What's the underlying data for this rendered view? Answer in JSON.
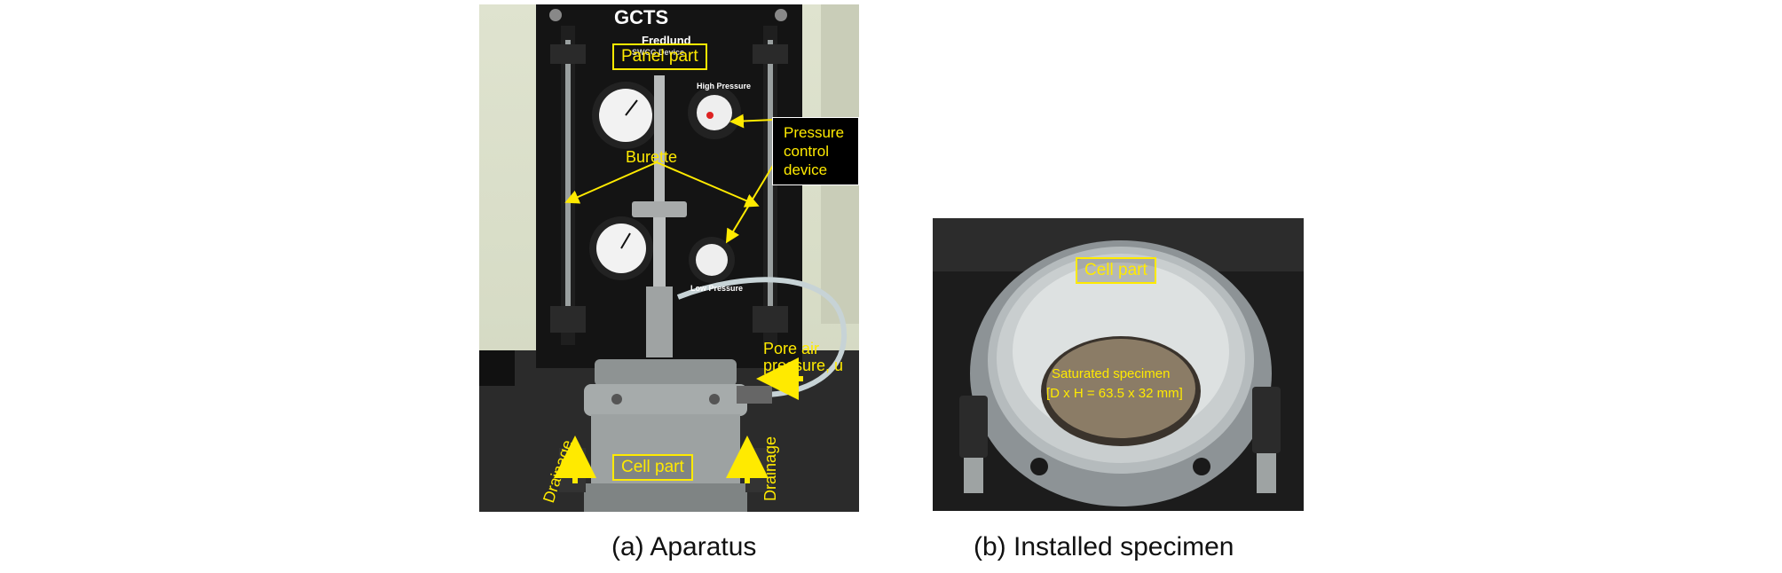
{
  "figure": {
    "panel_a": {
      "caption": "(a) Aparatus",
      "labels": {
        "brand": "GCTS",
        "device_name": "Fredlund",
        "device_sub": "SWCC Device",
        "high_pressure": "High Pressure",
        "low_pressure": "Low Pressure",
        "panel_part": "Panel part",
        "burette": "Burette",
        "pressure_control_line1": "Pressure",
        "pressure_control_line2": "control device",
        "pore_air_line1": "Pore air",
        "pore_air_line2": "pressure, u",
        "drainage_left": "Drainage",
        "drainage_right": "Drainage",
        "cell_part": "Cell part"
      }
    },
    "panel_b": {
      "caption": "(b) Installed specimen",
      "labels": {
        "cell_part": "Cell part",
        "specimen_line1": "Saturated specimen",
        "specimen_line2": "[D x H = 63.5 x 32 mm]"
      }
    }
  }
}
